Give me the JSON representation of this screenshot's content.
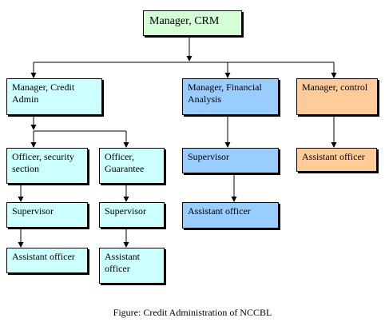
{
  "colors": {
    "green": "#d5ffd5",
    "cyan": "#ccffff",
    "blue": "#99ccff",
    "orange": "#ffcc99",
    "line": "#000000"
  },
  "nodes": {
    "manager_crm": {
      "label": "Manager, CRM"
    },
    "manager_credit_admin": {
      "label": "Manager, Credit\nAdmin"
    },
    "manager_financial_analysis": {
      "label": "Manager, Financial\nAnalysis"
    },
    "manager_control": {
      "label": "Manager, control"
    },
    "officer_security_section": {
      "label": "Officer, security\nsection"
    },
    "officer_guarantee": {
      "label": "Officer,\nGuarantee"
    },
    "supervisor_security": {
      "label": "Supervisor"
    },
    "supervisor_guarantee": {
      "label": "Supervisor"
    },
    "supervisor_financial": {
      "label": "Supervisor"
    },
    "assistant_officer_security": {
      "label": "Assistant officer"
    },
    "assistant_officer_guarantee": {
      "label": "Assistant\nofficer"
    },
    "assistant_officer_financial": {
      "label": "Assistant officer"
    },
    "assistant_officer_control": {
      "label": "Assistant officer"
    }
  },
  "caption": "Figure: Credit Administration of NCCBL"
}
